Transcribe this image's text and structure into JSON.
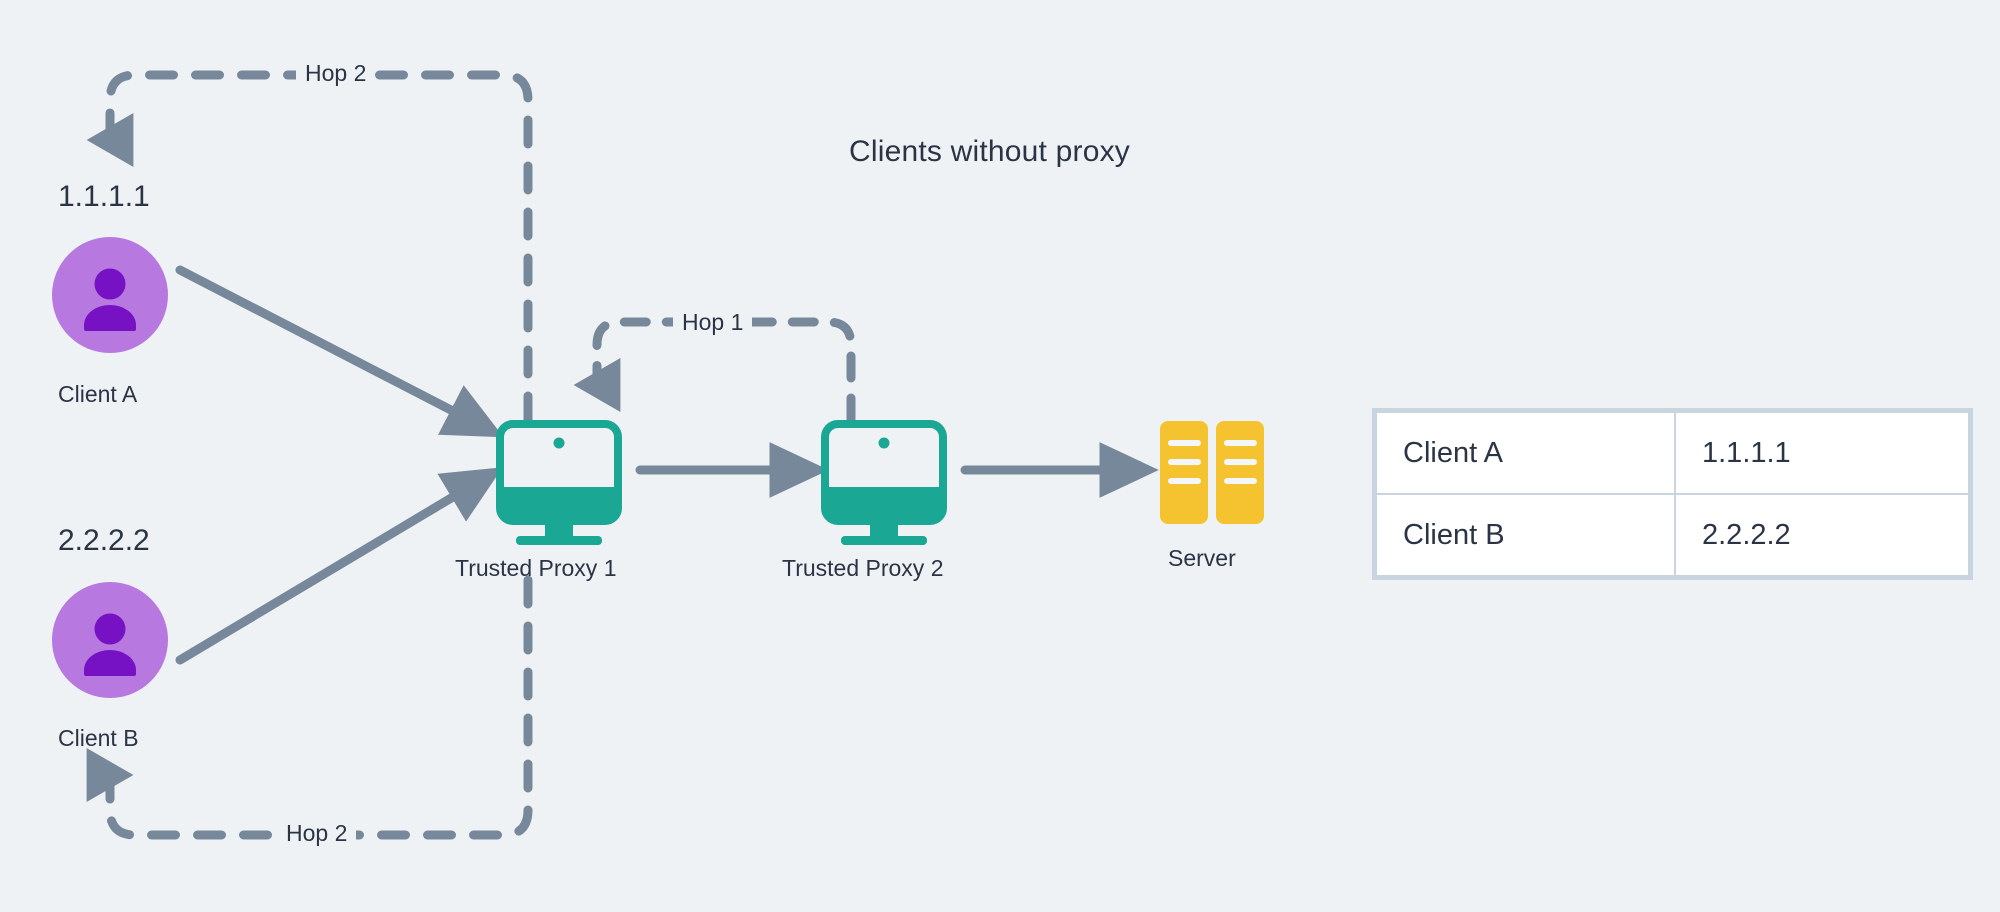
{
  "diagram": {
    "title": "Clients without proxy",
    "background_color": "#eff2f5",
    "accent_colors": {
      "arrow": "#77889b",
      "proxy": "#1aa794",
      "server": "#f6c330",
      "avatar_circle": "#b779e0",
      "avatar_person": "#7611c4",
      "text": "#2b3445",
      "table_border": "#c8d4de",
      "table_cell_bg": "#ffffff"
    },
    "clients": [
      {
        "name": "Client A",
        "ip": "1.1.1.1",
        "icon": "user-avatar-icon"
      },
      {
        "name": "Client B",
        "ip": "2.2.2.2",
        "icon": "user-avatar-icon"
      }
    ],
    "proxies": [
      {
        "name": "Trusted Proxy 1",
        "icon": "monitor-icon"
      },
      {
        "name": "Trusted Proxy 2",
        "icon": "monitor-icon"
      }
    ],
    "server": {
      "name": "Server",
      "icon": "server-rack-icon"
    },
    "hops": [
      {
        "label": "Hop 2",
        "position": "top"
      },
      {
        "label": "Hop 1",
        "position": "middle"
      },
      {
        "label": "Hop 2",
        "position": "bottom"
      }
    ]
  },
  "table": {
    "rows": [
      {
        "client": "Client A",
        "ip": "1.1.1.1"
      },
      {
        "client": "Client B",
        "ip": "2.2.2.2"
      }
    ]
  }
}
